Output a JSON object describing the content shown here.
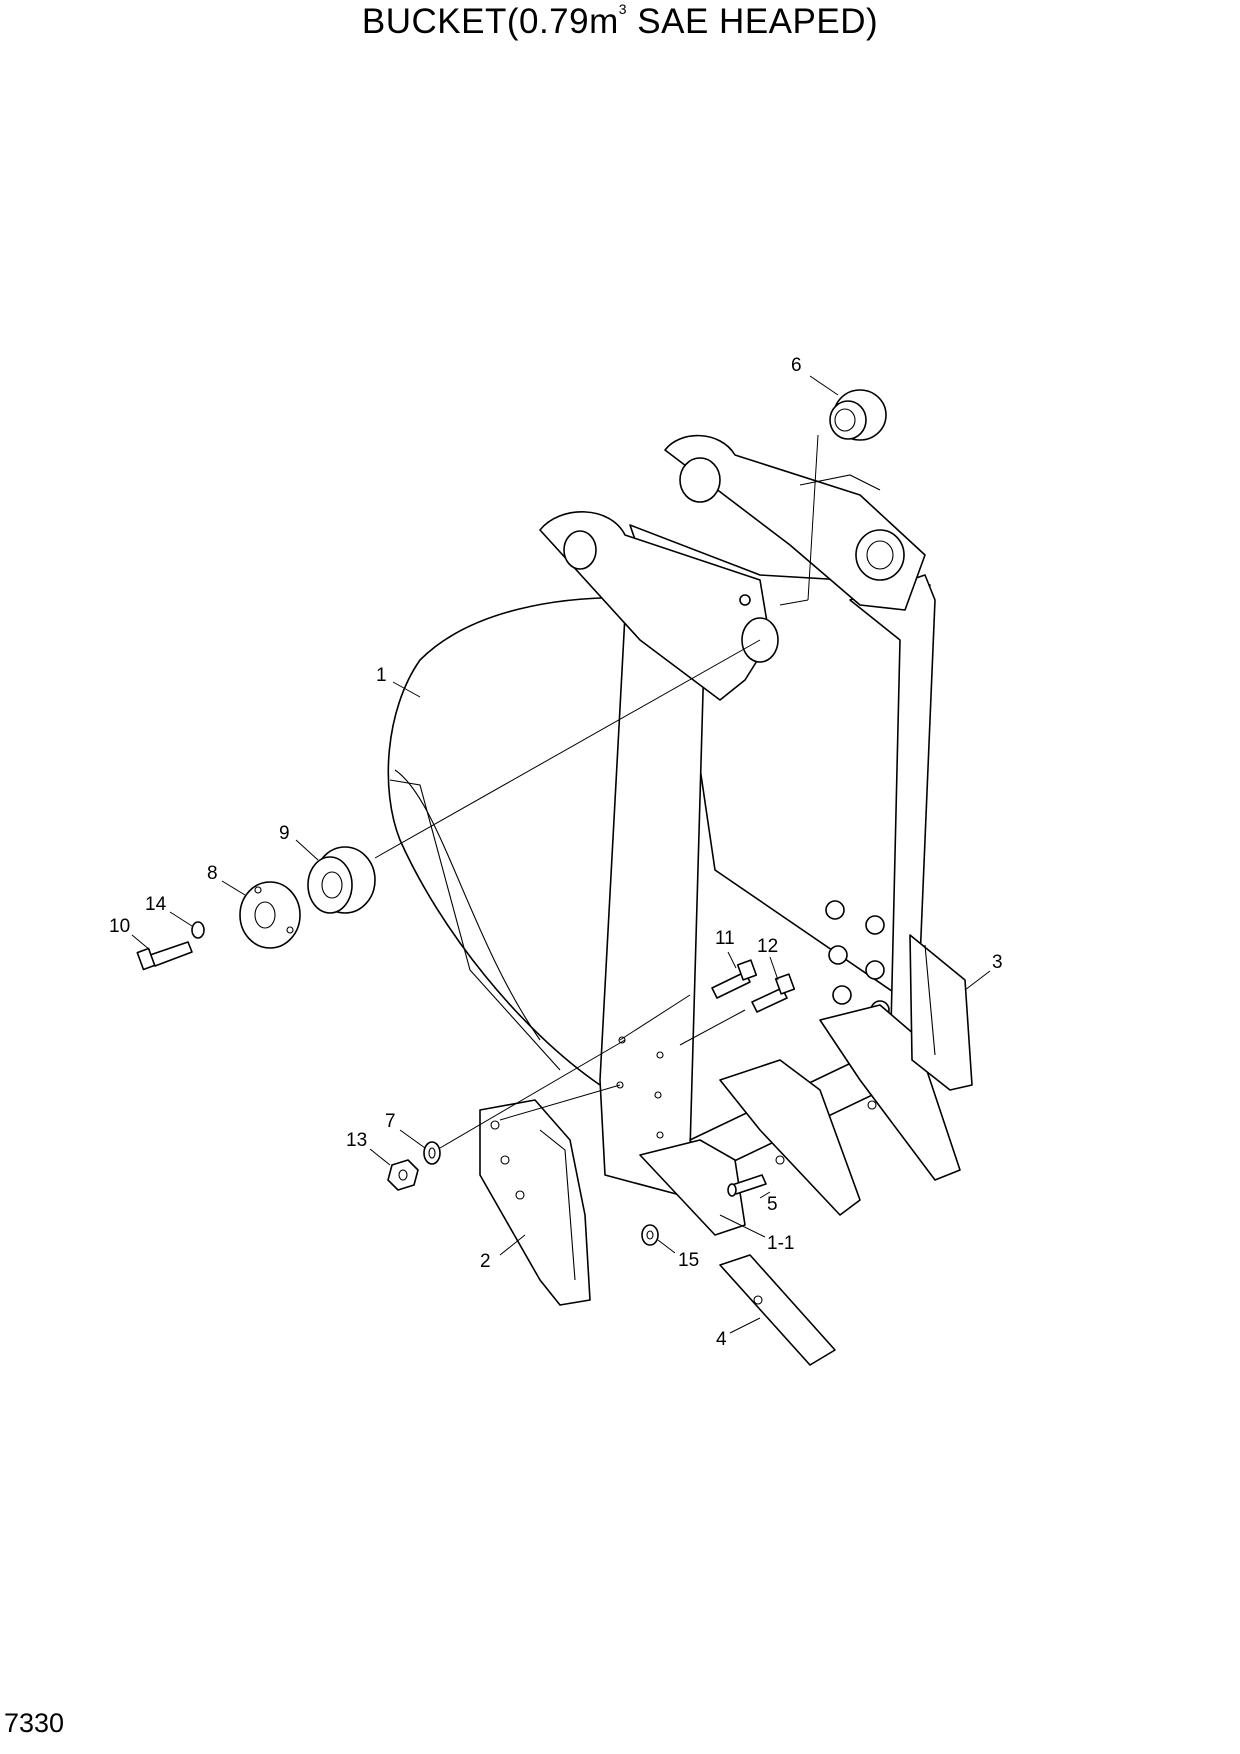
{
  "title": {
    "prefix": "BUCKET(0.79m",
    "superscript": "3",
    "suffix": " SAE HEAPED)"
  },
  "page_number": "7330",
  "callouts": {
    "c1": "1",
    "c1_1": "1-1",
    "c2": "2",
    "c3": "3",
    "c4": "4",
    "c5": "5",
    "c6": "6",
    "c7": "7",
    "c8": "8",
    "c9": "9",
    "c10": "10",
    "c11": "11",
    "c12": "12",
    "c13": "13",
    "c14": "14",
    "c15": "15"
  }
}
